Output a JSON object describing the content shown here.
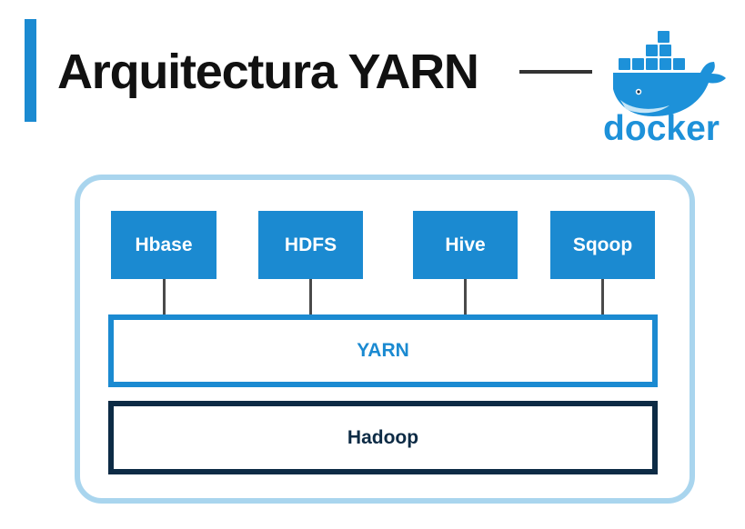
{
  "slide": {
    "title": "Arquitectura YARN",
    "logo": {
      "icon": "docker-whale-icon",
      "wordmark": "docker",
      "color": "#1d91d9"
    }
  },
  "diagram": {
    "tools": [
      {
        "label": "Hbase"
      },
      {
        "label": "HDFS"
      },
      {
        "label": "Hive"
      },
      {
        "label": "Sqoop"
      }
    ],
    "yarn_layer": {
      "label": "YARN"
    },
    "hadoop_layer": {
      "label": "Hadoop"
    }
  },
  "colors": {
    "accent": "#1b8ad1",
    "frame": "#a9d5ee",
    "hadoop_border": "#0d2b45",
    "connector": "#4a4a4a"
  }
}
